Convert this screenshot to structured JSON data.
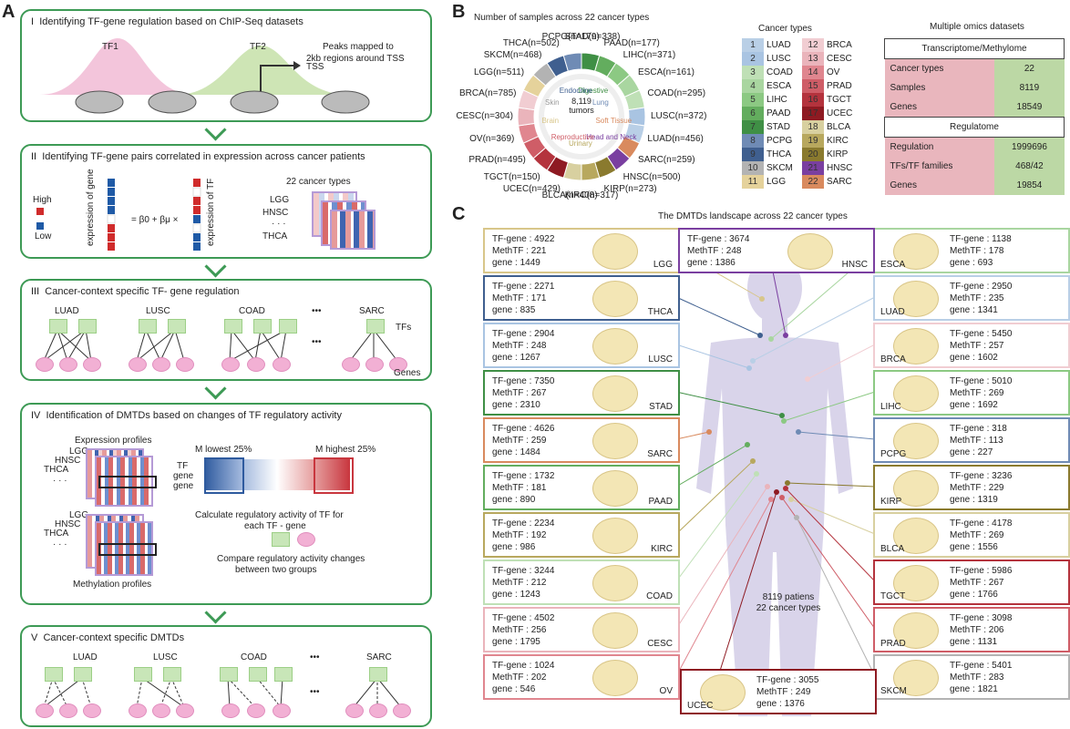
{
  "panel_a": {
    "letter": "A",
    "stages": [
      {
        "num": "I",
        "title": "Identifying TF-gene regulation based on ChIP-Seq datasets"
      },
      {
        "num": "II",
        "title": "Identifying TF-gene pairs correlated in expression across cancer patients"
      },
      {
        "num": "III",
        "title": "Cancer-context specific TF- gene regulation"
      },
      {
        "num": "IV",
        "title": "Identification of DMTDs based on changes of TF regulatory activity"
      },
      {
        "num": "V",
        "title": "Cancer-context specific  DMTDs"
      }
    ],
    "s1": {
      "tf1": "TF1",
      "tf2": "TF2",
      "tss": "TSS",
      "peaks": "Peaks mapped to",
      "peaks2": "2kb regions around TSS"
    },
    "s2": {
      "high": "High",
      "low": "Low",
      "expr_gene": "expression of gene",
      "expr_tf": "expression of TF",
      "formula": "= β0 + βμ ×",
      "types": "22 cancer types",
      "c1": "LGG",
      "c2": "HNSC",
      "dots": "· · ·",
      "c3": "THCA"
    },
    "s3": {
      "labels": [
        "LUAD",
        "LUSC",
        "COAD",
        "SARC"
      ],
      "dots": "•••",
      "tfs": "TFs",
      "genes": "Genes"
    },
    "s4": {
      "expr": "Expression profiles",
      "lgg": "LGG",
      "hnsc": "HNSC",
      "thca": "THCA",
      "dots": "· · ·",
      "tf": "TF",
      "gene": "gene",
      "gene2": "gene",
      "mlow": "M lowest 25%",
      "mhigh": "M highest 25%",
      "calc": "Calculate regulatory activity of TF for",
      "calc2": "each TF -  gene",
      "compare": "Compare regulatory activity changes",
      "compare2": "between two groups",
      "meth": "Methylation profiles"
    },
    "s5": {
      "labels": [
        "LUAD",
        "LUSC",
        "COAD",
        "SARC"
      ],
      "dots": "•••"
    }
  },
  "panel_b": {
    "letter": "B",
    "ring_title": "Number of samples across 22 cancer types",
    "center1": "8,119",
    "center2": "tumors",
    "ring_labels": [
      "STAD(n=338)",
      "PAAD(n=177)",
      "LIHC(n=371)",
      "ESCA(n=161)",
      "COAD(n=295)",
      "LUSC(n=372)",
      "LUAD(n=456)",
      "SARC(n=259)",
      "HNSC(n=500)",
      "KIRP(n=273)",
      "KIRC(n=317)",
      "BLCA(n=408)",
      "UCEC(n=429)",
      "TGCT(n=150)",
      "PRAD(n=495)",
      "OV(n=369)",
      "CESC(n=304)",
      "BRCA(n=785)",
      "LGG(n=511)",
      "SKCM(n=468)",
      "THCA(n=502)",
      "PCPG(n=179)"
    ],
    "inner_labels": [
      "Digestive",
      "Lung",
      "Soft Tissue",
      "Head and Neck",
      "Urinary",
      "Reproductive",
      "Brain",
      "Skin",
      "Endocrine"
    ],
    "cancer_types_title": "Cancer types",
    "cancer_types": [
      {
        "n": "1",
        "name": "LUAD",
        "color": "#b9cfe6"
      },
      {
        "n": "2",
        "name": "LUSC",
        "color": "#a9c4e2"
      },
      {
        "n": "3",
        "name": "COAD",
        "color": "#bfe0b6"
      },
      {
        "n": "4",
        "name": "ESCA",
        "color": "#a9d6a0"
      },
      {
        "n": "5",
        "name": "LIHC",
        "color": "#8cc983"
      },
      {
        "n": "6",
        "name": "PAAD",
        "color": "#63ad5e"
      },
      {
        "n": "7",
        "name": "STAD",
        "color": "#3f8f45"
      },
      {
        "n": "8",
        "name": "PCPG",
        "color": "#6f8bb5"
      },
      {
        "n": "9",
        "name": "THCA",
        "color": "#3f5f8f"
      },
      {
        "n": "10",
        "name": "SKCM",
        "color": "#b3b3b3"
      },
      {
        "n": "11",
        "name": "LGG",
        "color": "#e5d29b"
      },
      {
        "n": "12",
        "name": "BRCA",
        "color": "#f1cdd2"
      },
      {
        "n": "13",
        "name": "CESC",
        "color": "#eab4bb"
      },
      {
        "n": "14",
        "name": "OV",
        "color": "#e0868f"
      },
      {
        "n": "15",
        "name": "PRAD",
        "color": "#cf5d67"
      },
      {
        "n": "16",
        "name": "TGCT",
        "color": "#b4333d"
      },
      {
        "n": "17",
        "name": "UCEC",
        "color": "#8e1a22"
      },
      {
        "n": "18",
        "name": "BLCA",
        "color": "#d8d0a0"
      },
      {
        "n": "19",
        "name": "KIRC",
        "color": "#b8a85e"
      },
      {
        "n": "20",
        "name": "KIRP",
        "color": "#8a7a2e"
      },
      {
        "n": "21",
        "name": "HNSC",
        "color": "#7a3fa0"
      },
      {
        "n": "22",
        "name": "SARC",
        "color": "#d98a5e"
      }
    ],
    "omics_title": "Multiple omics datasets",
    "omics": {
      "h1": "Transcriptome/Methylome",
      "rows1": [
        {
          "k": "Cancer types",
          "v": "22"
        },
        {
          "k": "Samples",
          "v": "8119"
        },
        {
          "k": "Genes",
          "v": "18549"
        }
      ],
      "h2": "Regulatome",
      "rows2": [
        {
          "k": "Regulation",
          "v": "1999696"
        },
        {
          "k": "TFs/TF families",
          "v": "468/42"
        },
        {
          "k": "Genes",
          "v": "19854"
        }
      ]
    }
  },
  "panel_c": {
    "letter": "C",
    "title": "The DMTDs landscape across 22 cancer types",
    "center1": "8119 patiens",
    "center2": "22 cancer types",
    "left_cards": [
      {
        "name": "LGG",
        "tf": "TF-gene : 4922",
        "meth": "MethTF : 221",
        "gene": "gene : 1449",
        "color": "#d8c68a"
      },
      {
        "name": "THCA",
        "tf": "TF-gene : 2271",
        "meth": "MethTF : 171",
        "gene": "gene : 835",
        "color": "#3f5f8f"
      },
      {
        "name": "LUSC",
        "tf": "TF-gene : 2904",
        "meth": "MethTF : 248",
        "gene": "gene : 1267",
        "color": "#a9c4e2"
      },
      {
        "name": "STAD",
        "tf": "TF-gene : 7350",
        "meth": "MethTF : 267",
        "gene": "gene : 2310",
        "color": "#3f8f45"
      },
      {
        "name": "SARC",
        "tf": "TF-gene : 4626",
        "meth": "MethTF : 259",
        "gene": "gene : 1484",
        "color": "#d98a5e"
      },
      {
        "name": "PAAD",
        "tf": "TF-gene : 1732",
        "meth": "MethTF : 181",
        "gene": "gene : 890",
        "color": "#63ad5e"
      },
      {
        "name": "KIRC",
        "tf": "TF-gene : 2234",
        "meth": "MethTF : 192",
        "gene": "gene : 986",
        "color": "#b8a85e"
      },
      {
        "name": "COAD",
        "tf": "TF-gene : 3244",
        "meth": "MethTF : 212",
        "gene": "gene : 1243",
        "color": "#bfe0b6"
      },
      {
        "name": "CESC",
        "tf": "TF-gene : 4502",
        "meth": "MethTF : 256",
        "gene": "gene : 1795",
        "color": "#eab4bb"
      },
      {
        "name": "OV",
        "tf": "TF-gene : 1024",
        "meth": "MethTF : 202",
        "gene": "gene : 546",
        "color": "#e0868f"
      }
    ],
    "right_cards": [
      {
        "name": "ESCA",
        "tf": "TF-gene : 1138",
        "meth": "MethTF : 178",
        "gene": "gene : 693",
        "color": "#a9d6a0"
      },
      {
        "name": "LUAD",
        "tf": "TF-gene : 2950",
        "meth": "MethTF : 235",
        "gene": "gene : 1341",
        "color": "#b9cfe6"
      },
      {
        "name": "BRCA",
        "tf": "TF-gene : 5450",
        "meth": "MethTF : 257",
        "gene": "gene : 1602",
        "color": "#f1cdd2"
      },
      {
        "name": "LIHC",
        "tf": "TF-gene : 5010",
        "meth": "MethTF : 269",
        "gene": "gene : 1692",
        "color": "#8cc983"
      },
      {
        "name": "PCPG",
        "tf": "TF-gene : 318",
        "meth": "MethTF : 113",
        "gene": "gene : 227",
        "color": "#6f8bb5"
      },
      {
        "name": "KIRP",
        "tf": "TF-gene : 3236",
        "meth": "MethTF : 229",
        "gene": "gene : 1319",
        "color": "#8a7a2e"
      },
      {
        "name": "BLCA",
        "tf": "TF-gene : 4178",
        "meth": "MethTF : 269",
        "gene": "gene : 1556",
        "color": "#d8d0a0"
      },
      {
        "name": "TGCT",
        "tf": "TF-gene : 5986",
        "meth": "MethTF : 267",
        "gene": "gene : 1766",
        "color": "#b4333d"
      },
      {
        "name": "PRAD",
        "tf": "TF-gene : 3098",
        "meth": "MethTF : 206",
        "gene": "gene : 1131",
        "color": "#cf5d67"
      },
      {
        "name": "SKCM",
        "tf": "TF-gene : 5401",
        "meth": "MethTF : 283",
        "gene": "gene : 1821",
        "color": "#b3b3b3"
      }
    ],
    "top_cards": [
      {
        "name": "HNSC",
        "tf": "TF-gene : 3674",
        "meth": "MethTF : 248",
        "gene": "gene : 1386",
        "color": "#7a3fa0"
      }
    ],
    "bottom_cards": [
      {
        "name": "UCEC",
        "tf": "TF-gene : 3055",
        "meth": "MethTF : 249",
        "gene": "gene : 1376",
        "color": "#8e1a22"
      }
    ]
  }
}
